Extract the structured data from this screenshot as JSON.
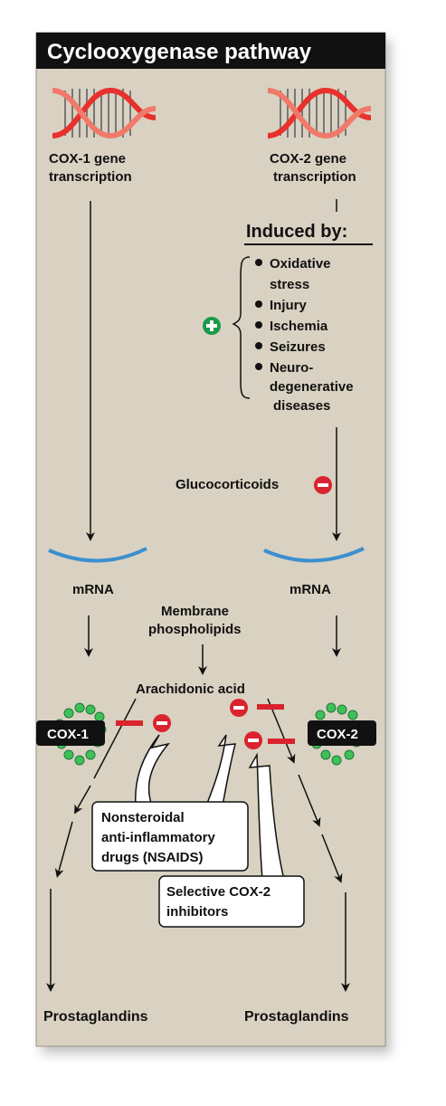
{
  "title": "Cyclooxygenase pathway",
  "cox1": {
    "gene_line1": "COX-1 gene",
    "gene_line2": "transcription",
    "mrna": "mRNA",
    "enzyme": "COX-1",
    "product": "Prostaglandins"
  },
  "cox2": {
    "gene_line1": "COX-2 gene",
    "gene_line2": "transcription",
    "mrna": "mRNA",
    "enzyme": "COX-2",
    "product": "Prostaglandins"
  },
  "induced": {
    "heading": "Induced by:",
    "items": [
      {
        "line1": "Oxidative",
        "line2": "stress",
        "line3": ""
      },
      {
        "line1": "Injury",
        "line2": "",
        "line3": ""
      },
      {
        "line1": "Ischemia",
        "line2": "",
        "line3": ""
      },
      {
        "line1": "Seizures",
        "line2": "",
        "line3": ""
      },
      {
        "line1": "Neuro-",
        "line2": "degenerative",
        "line3": "diseases"
      }
    ],
    "plus_symbol": "+"
  },
  "glucocorticoids": "Glucocorticoids",
  "membrane": {
    "line1": "Membrane",
    "line2": "phospholipids"
  },
  "arachidonic": "Arachidonic acid",
  "nsaids": {
    "line1": "Nonsteroidal",
    "line2": "anti-inflammatory",
    "line3": "drugs (NSAIDS)"
  },
  "selective": {
    "line1": "Selective COX-2",
    "line2": "inhibitors"
  },
  "colors": {
    "panel_bg": "#d9d1c1",
    "title_bg": "#111111",
    "inhibit_red": "#d9232e",
    "induce_green": "#1a9a4a",
    "mrna_blue": "#3a8fd0",
    "ribosome_green": "#3fbf5a",
    "dna_red": "#e8302c"
  }
}
